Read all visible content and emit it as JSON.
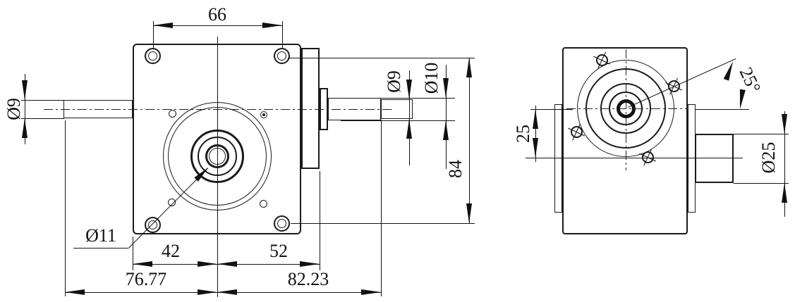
{
  "drawing": {
    "type": "engineering-dimension-drawing",
    "line_color": "#1a1a1a",
    "background": "#ffffff",
    "front_view": {
      "dims": {
        "top_width": "66",
        "left_shaft_dia": "Ø9",
        "right_shaft_dia_small": "Ø9",
        "right_shaft_dia_large": "Ø10",
        "height": "84",
        "center_bore_dia": "Ø11",
        "center_to_left_edge": "42",
        "center_to_right_edge": "52",
        "left_overall": "76.77",
        "right_overall": "82.23"
      }
    },
    "side_view": {
      "dims": {
        "screw_angle": "25°",
        "screw_offset": "25",
        "boss_dia": "Ø25"
      }
    }
  }
}
